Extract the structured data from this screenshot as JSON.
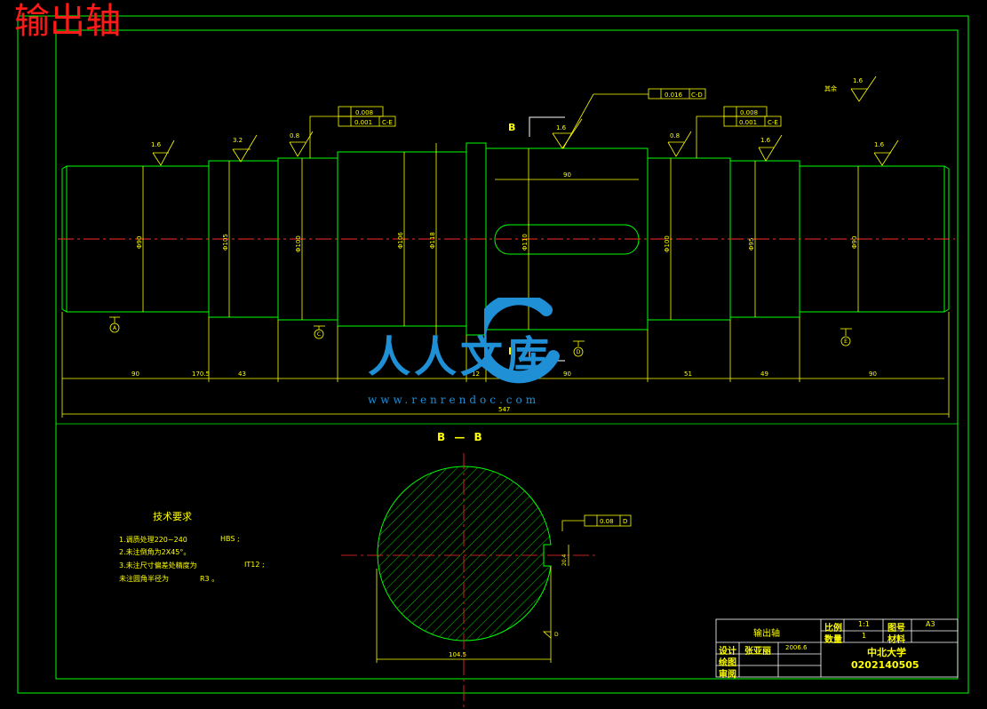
{
  "page_title": "输出轴",
  "colors": {
    "background": "#000000",
    "outline": "#00ff00",
    "dimension": "#ffff00",
    "centerline": "#ff2a2a",
    "title_red": "#ff1a1a",
    "watermark": "#1f8fd6"
  },
  "dimensions": {
    "overall": "547",
    "segments": [
      "90",
      "170.5",
      "43",
      "12",
      "90",
      "51",
      "49",
      "90"
    ],
    "key_length": "90",
    "section_width": "104.5",
    "key_depth": "20.4"
  },
  "diameters": {
    "d1": "Φ90",
    "d2": "Φ105",
    "d3": "Φ100",
    "d4": "Φ106",
    "d5": "Φ118",
    "d6": "Φ110",
    "d7": "Φ100",
    "d8": "Φ95",
    "d9": "Φ90"
  },
  "roughness": [
    "1.6",
    "3.2",
    "0.8",
    "1.6",
    "0.8",
    "1.6",
    "1.6",
    "1.6"
  ],
  "roughness_other": {
    "label": "其余",
    "value": "1.6"
  },
  "tolerances": {
    "left_1": "0.008",
    "left_2": "0.001",
    "left_2_ref": "C-E",
    "top": "0.016",
    "top_ref": "C-D",
    "right_1": "0.008",
    "right_2": "0.001",
    "right_2_ref": "C-E",
    "section": "0.08",
    "section_ref": "D"
  },
  "datums": [
    "A",
    "C",
    "D",
    "E"
  ],
  "section": {
    "label": "B",
    "title": "B — B"
  },
  "tech_requirements": {
    "title": "技术要求",
    "line1": "1.调质处理220~240",
    "line1_unit": "HBS ;",
    "line2": "2.未注倒角为2X45°。",
    "line3": "3.未注尺寸偏差处精度为",
    "line3_grade": "IT12 ;",
    "line4": "未注圆角半径为",
    "line4_value": "R3 。"
  },
  "title_block": {
    "part_name": "输出轴",
    "scale_label": "比例",
    "scale_value": "1:1",
    "drawing_no_label": "图号",
    "drawing_no_value": "A3",
    "quantity_label": "数量",
    "quantity_value": "1",
    "material_label": "材料",
    "design_label": "设计",
    "designer": "张亚丽",
    "date": "2006.6",
    "draw_label": "绘图",
    "review_label": "审阅",
    "school": "中北大学",
    "student_id": "0202140505"
  },
  "watermark": {
    "text": "人人文库",
    "url": "www.renrendoc.com"
  }
}
